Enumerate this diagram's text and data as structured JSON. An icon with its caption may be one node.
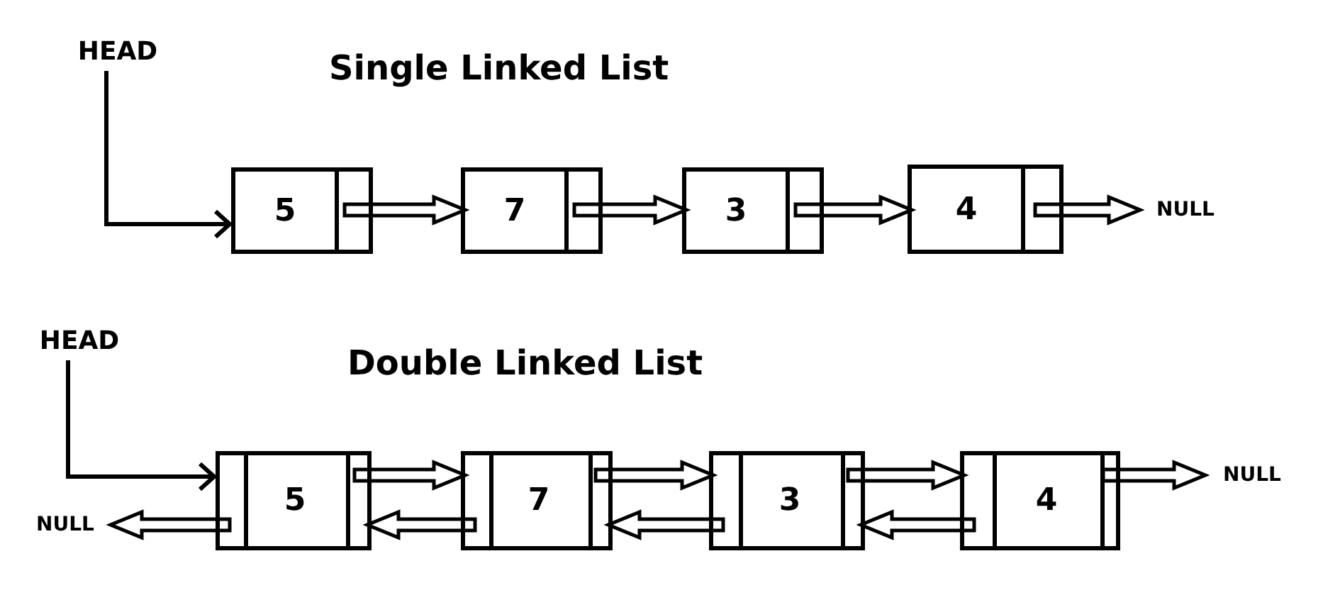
{
  "diagram": {
    "nodes": [
      {
        "text": [
          "HEAD"
        ]
      },
      {
        "text": [
          "5"
        ]
      },
      {
        "text": [
          "7"
        ]
      },
      {
        "text": [
          "3"
        ]
      },
      {
        "text": [
          "4"
        ]
      },
      {
        "text": [
          "NULL"
        ]
      },
      {
        "text": [
          "HEAD"
        ]
      },
      {
        "text": [
          "NULL"
        ]
      },
      {
        "text": [
          "5"
        ]
      },
      {
        "text": [
          "7"
        ]
      },
      {
        "text": [
          "3"
        ]
      },
      {
        "text": [
          "4"
        ]
      },
      {
        "text": [
          "NULL"
        ]
      }
    ],
    "edges": [
      {
        "from": 0,
        "to": 1,
        "arrow": "to"
      },
      {
        "from": 1,
        "to": 2,
        "arrow": "to",
        "style": "thick"
      },
      {
        "from": 2,
        "to": 3,
        "arrow": "to",
        "style": "thick"
      },
      {
        "from": 3,
        "to": 4,
        "arrow": "to",
        "style": "thick"
      },
      {
        "from": 4,
        "to": 5,
        "arrow": "to",
        "style": "thick"
      },
      {
        "from": 6,
        "to": 8,
        "arrow": "to"
      },
      {
        "from": 8,
        "to": 9,
        "arrow": "to",
        "style": "thick"
      },
      {
        "from": 9,
        "to": 8,
        "arrow": "to",
        "style": "thick"
      },
      {
        "from": 9,
        "to": 10,
        "arrow": "to",
        "style": "thick"
      },
      {
        "from": 10,
        "to": 9,
        "arrow": "to",
        "style": "thick"
      },
      {
        "from": 10,
        "to": 11,
        "arrow": "to",
        "style": "thick"
      },
      {
        "from": 11,
        "to": 10,
        "arrow": "to",
        "style": "thick"
      },
      {
        "from": 8,
        "to": 7,
        "arrow": "to",
        "style": "thick"
      },
      {
        "from": 11,
        "to": 12,
        "arrow": "to",
        "style": "thick"
      }
    ],
    "labels": [
      "Single Linked List",
      "Double Linked List"
    ]
  }
}
